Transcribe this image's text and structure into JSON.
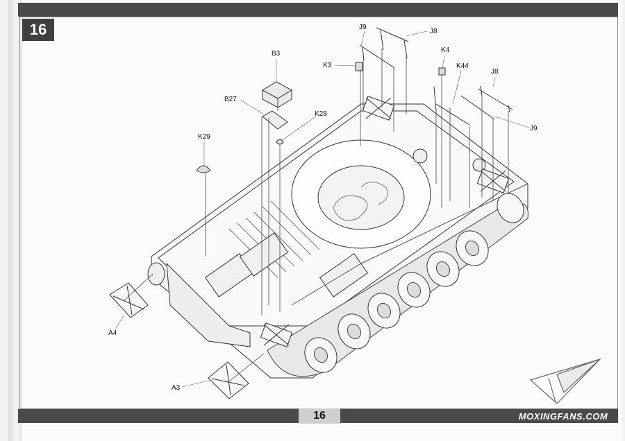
{
  "step": {
    "number": "16"
  },
  "footer": {
    "page_number": "16",
    "watermark": "MOXINGFANS.COM"
  },
  "labels": {
    "J9_top": "J9",
    "J8_top": "J8",
    "K4": "K4",
    "K3": "K3",
    "B3": "B3",
    "K44": "K44",
    "J8_right": "J8",
    "B27": "B27",
    "K28": "K28",
    "J9_right": "J9",
    "K29": "K29",
    "A4": "A4",
    "A3": "A3"
  },
  "colors": {
    "bar": "#4a4a4a",
    "badge": "#3f3f3f",
    "line": "#333333"
  }
}
